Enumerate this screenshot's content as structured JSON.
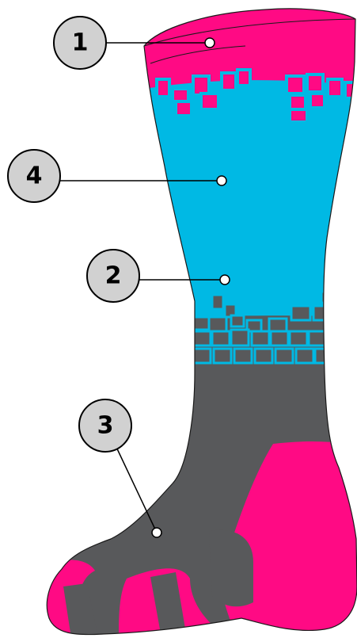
{
  "colors": {
    "cuff": "#ff0a84",
    "leg_upper": "#00b9e4",
    "foot": "#58595b",
    "accent": "#ff0a84",
    "outline": "#1a1a1a",
    "callout_fill": "#d1d1d1"
  },
  "callouts": [
    {
      "id": "1",
      "label": "1"
    },
    {
      "id": "4",
      "label": "4"
    },
    {
      "id": "2",
      "label": "2"
    },
    {
      "id": "3",
      "label": "3"
    }
  ]
}
